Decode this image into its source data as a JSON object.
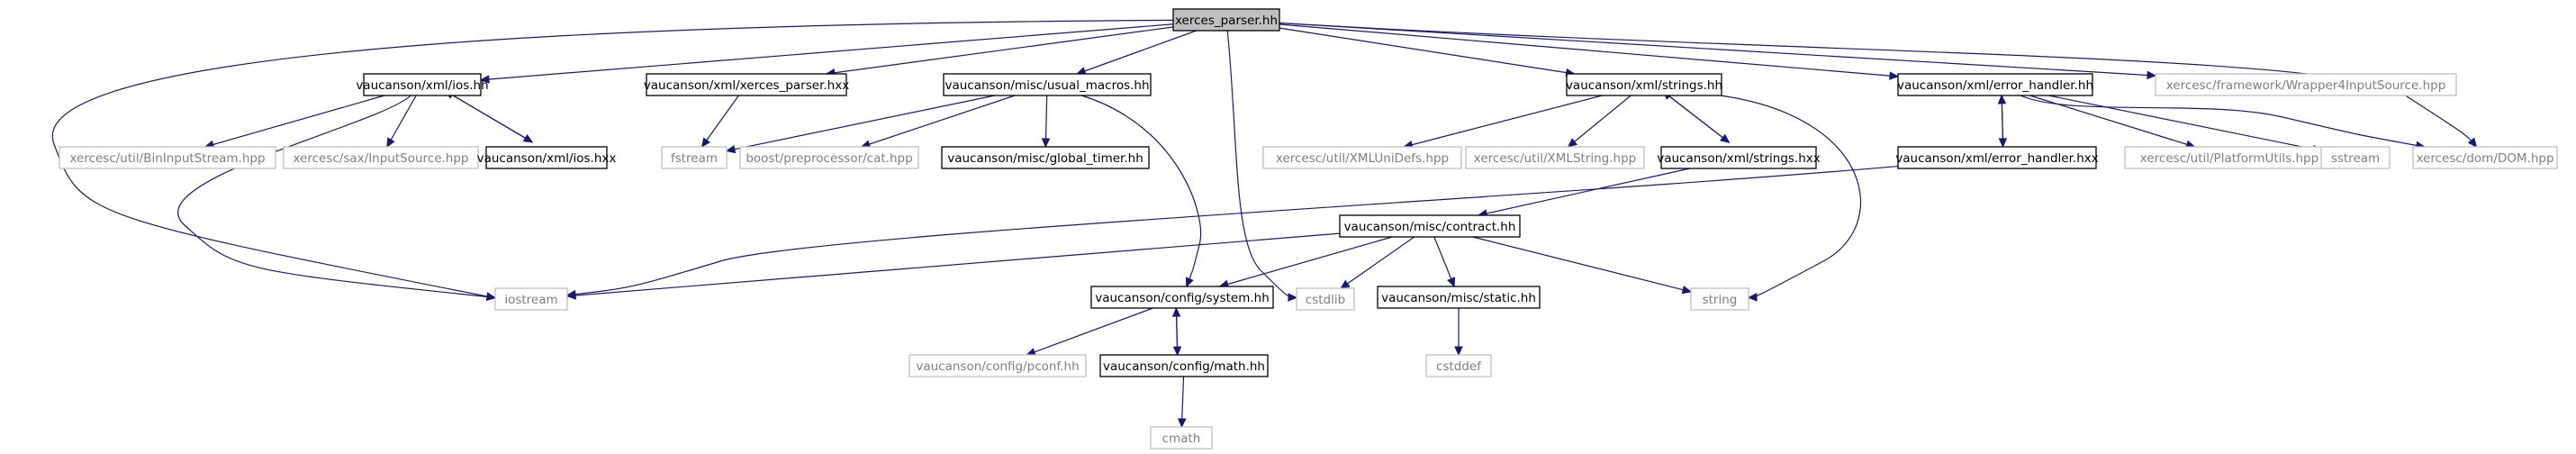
{
  "graph": {
    "nodes": [
      {
        "id": "xerces_parser_hh",
        "label": "xerces_parser.hh",
        "kind": "root"
      },
      {
        "id": "ios_hh",
        "label": "vaucanson/xml/ios.hh",
        "kind": "documented"
      },
      {
        "id": "xerces_parser_hxx",
        "label": "vaucanson/xml/xerces_parser.hxx",
        "kind": "documented"
      },
      {
        "id": "usual_macros_hh",
        "label": "vaucanson/misc/usual_macros.hh",
        "kind": "documented"
      },
      {
        "id": "strings_hh",
        "label": "vaucanson/xml/strings.hh",
        "kind": "documented"
      },
      {
        "id": "error_handler_hh",
        "label": "vaucanson/xml/error_handler.hh",
        "kind": "documented"
      },
      {
        "id": "wrapper4",
        "label": "xercesc/framework/Wrapper4InputSource.hpp",
        "kind": "external"
      },
      {
        "id": "bininputstream",
        "label": "xercesc/util/BinInputStream.hpp",
        "kind": "external"
      },
      {
        "id": "inputsource",
        "label": "xercesc/sax/InputSource.hpp",
        "kind": "external"
      },
      {
        "id": "ios_hxx",
        "label": "vaucanson/xml/ios.hxx",
        "kind": "documented"
      },
      {
        "id": "fstream",
        "label": "fstream",
        "kind": "external"
      },
      {
        "id": "cat_hpp",
        "label": "boost/preprocessor/cat.hpp",
        "kind": "external"
      },
      {
        "id": "global_timer",
        "label": "vaucanson/misc/global_timer.hh",
        "kind": "documented"
      },
      {
        "id": "xmlunidefs",
        "label": "xercesc/util/XMLUniDefs.hpp",
        "kind": "external"
      },
      {
        "id": "xmlstring",
        "label": "xercesc/util/XMLString.hpp",
        "kind": "external"
      },
      {
        "id": "strings_hxx",
        "label": "vaucanson/xml/strings.hxx",
        "kind": "documented"
      },
      {
        "id": "error_handler_hxx",
        "label": "vaucanson/xml/error_handler.hxx",
        "kind": "documented"
      },
      {
        "id": "platformutils",
        "label": "xercesc/util/PlatformUtils.hpp",
        "kind": "external"
      },
      {
        "id": "sstream",
        "label": "sstream",
        "kind": "external"
      },
      {
        "id": "dom_hpp",
        "label": "xercesc/dom/DOM.hpp",
        "kind": "external"
      },
      {
        "id": "contract_hh",
        "label": "vaucanson/misc/contract.hh",
        "kind": "documented"
      },
      {
        "id": "iostream",
        "label": "iostream",
        "kind": "external"
      },
      {
        "id": "system_hh",
        "label": "vaucanson/config/system.hh",
        "kind": "documented"
      },
      {
        "id": "cstdlib",
        "label": "cstdlib",
        "kind": "external"
      },
      {
        "id": "static_hh",
        "label": "vaucanson/misc/static.hh",
        "kind": "documented"
      },
      {
        "id": "string",
        "label": "string",
        "kind": "external"
      },
      {
        "id": "pconf_hh",
        "label": "vaucanson/config/pconf.hh",
        "kind": "external"
      },
      {
        "id": "math_hh",
        "label": "vaucanson/config/math.hh",
        "kind": "documented"
      },
      {
        "id": "cstddef",
        "label": "cstddef",
        "kind": "external"
      },
      {
        "id": "cmath",
        "label": "cmath",
        "kind": "external"
      }
    ],
    "edges": [
      [
        "xerces_parser_hh",
        "ios_hh"
      ],
      [
        "xerces_parser_hh",
        "xerces_parser_hxx"
      ],
      [
        "xerces_parser_hh",
        "usual_macros_hh"
      ],
      [
        "xerces_parser_hh",
        "strings_hh"
      ],
      [
        "xerces_parser_hh",
        "error_handler_hh"
      ],
      [
        "xerces_parser_hh",
        "wrapper4"
      ],
      [
        "xerces_parser_hh",
        "dom_hpp"
      ],
      [
        "xerces_parser_hh",
        "iostream"
      ],
      [
        "xerces_parser_hh",
        "cstdlib"
      ],
      [
        "ios_hh",
        "bininputstream"
      ],
      [
        "ios_hh",
        "inputsource"
      ],
      [
        "ios_hh",
        "ios_hxx"
      ],
      [
        "ios_hh",
        "iostream"
      ],
      [
        "ios_hxx",
        "ios_hh"
      ],
      [
        "xerces_parser_hxx",
        "fstream"
      ],
      [
        "usual_macros_hh",
        "fstream"
      ],
      [
        "usual_macros_hh",
        "cat_hpp"
      ],
      [
        "usual_macros_hh",
        "global_timer"
      ],
      [
        "usual_macros_hh",
        "system_hh"
      ],
      [
        "strings_hh",
        "xmlunidefs"
      ],
      [
        "strings_hh",
        "xmlstring"
      ],
      [
        "strings_hh",
        "strings_hxx"
      ],
      [
        "strings_hh",
        "string"
      ],
      [
        "strings_hxx",
        "strings_hh"
      ],
      [
        "strings_hxx",
        "contract_hh"
      ],
      [
        "error_handler_hh",
        "platformutils"
      ],
      [
        "error_handler_hh",
        "sstream"
      ],
      [
        "error_handler_hh",
        "dom_hpp"
      ],
      [
        "error_handler_hh",
        "error_handler_hxx"
      ],
      [
        "error_handler_hxx",
        "error_handler_hh"
      ],
      [
        "error_handler_hxx",
        "iostream"
      ],
      [
        "contract_hh",
        "iostream"
      ],
      [
        "contract_hh",
        "system_hh"
      ],
      [
        "contract_hh",
        "cstdlib"
      ],
      [
        "contract_hh",
        "static_hh"
      ],
      [
        "contract_hh",
        "string"
      ],
      [
        "system_hh",
        "pconf_hh"
      ],
      [
        "system_hh",
        "math_hh"
      ],
      [
        "math_hh",
        "system_hh"
      ],
      [
        "math_hh",
        "cmath"
      ],
      [
        "static_hh",
        "cstddef"
      ]
    ]
  },
  "colors": {
    "edge": "#191970",
    "root_fill": "#bfbfbf",
    "documented_border": "#000000",
    "external_border": "#bfbfbf",
    "external_text": "#7f7f7f"
  }
}
